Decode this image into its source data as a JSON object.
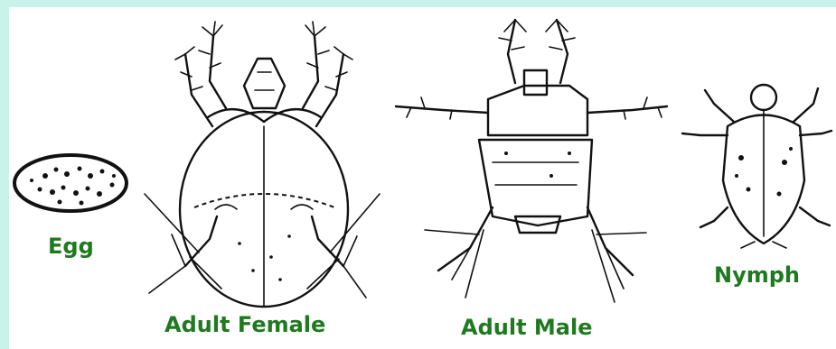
{
  "figure": {
    "stages": [
      {
        "id": "egg",
        "label": "Egg"
      },
      {
        "id": "adult-female",
        "label": "Adult Female"
      },
      {
        "id": "adult-male",
        "label": "Adult Male"
      },
      {
        "id": "nymph",
        "label": "Nymph"
      }
    ]
  },
  "colors": {
    "background": "#c9f3ea",
    "panel": "#ffffff",
    "label": "#1f7a1f",
    "ink": "#111111"
  }
}
